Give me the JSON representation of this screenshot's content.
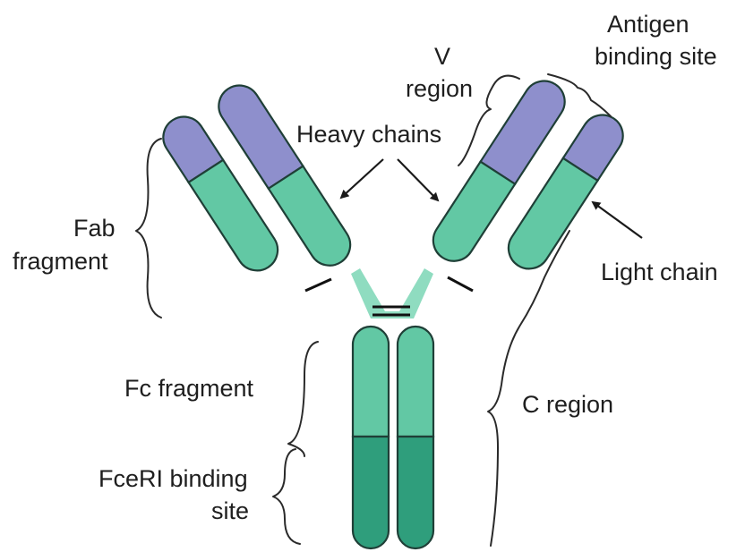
{
  "labels": {
    "antigen_binding_site_line1": "Antigen",
    "antigen_binding_site_line2": "binding site",
    "v_region_line1": "V",
    "v_region_line2": "region",
    "heavy_chains": "Heavy chains",
    "fab_fragment_line1": "Fab",
    "fab_fragment_line2": "fragment",
    "light_chain": "Light chain",
    "fc_fragment": "Fc fragment",
    "c_region": "C region",
    "fceri_binding_site_line1": "FceRI binding",
    "fceri_binding_site_line2": "site"
  },
  "colors": {
    "variable_region": "#8e8fcc",
    "constant_region": "#62c8a4",
    "fc_binding_region": "#2f9e7c",
    "hinge": "#8fdcc0",
    "outline": "#1f3f37"
  }
}
